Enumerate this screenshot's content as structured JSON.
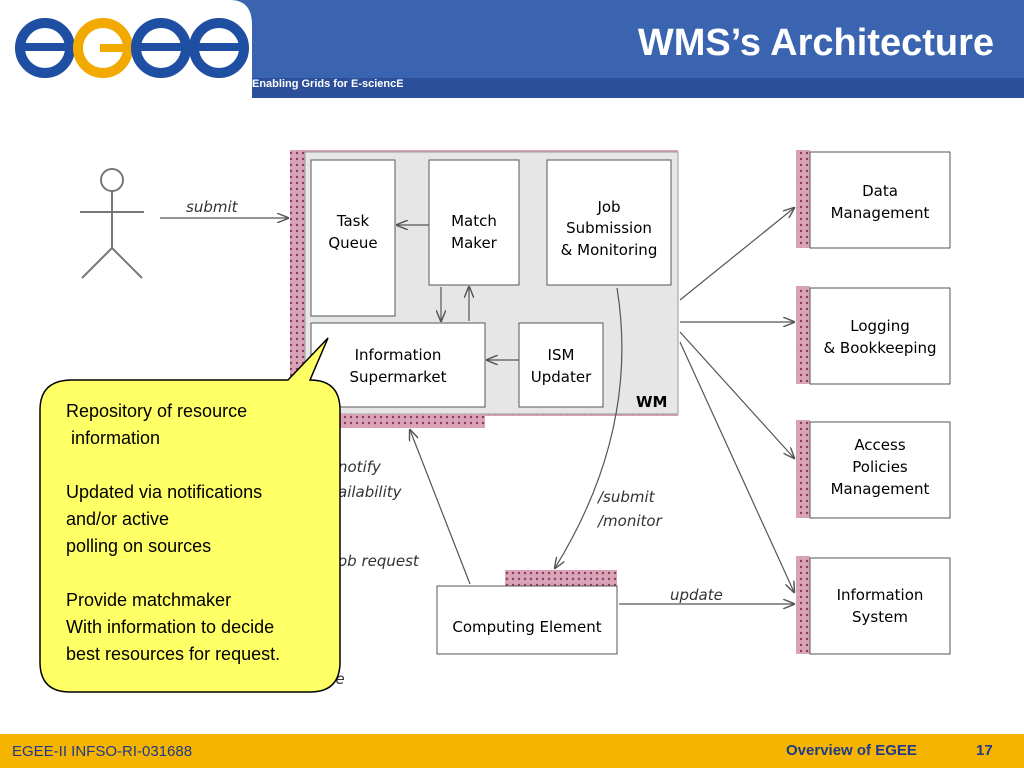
{
  "header": {
    "logo": "egee",
    "tagline": "Enabling Grids for E-sciencE",
    "title": "WMS’s Architecture",
    "brand_color": "#3a63b0"
  },
  "diagram": {
    "user_icon": "stick-figure-icon",
    "submit_label": "submit",
    "wm_label": "WM",
    "task_queue": [
      "Task",
      "Queue"
    ],
    "match_maker": [
      "Match",
      "Maker"
    ],
    "job_submission": [
      "Job",
      "Submission",
      "& Monitoring"
    ],
    "info_supermarket": [
      "Information",
      "Supermarket"
    ],
    "ism_updater": [
      "ISM",
      "Updater"
    ],
    "data_management": [
      "Data",
      "Management"
    ],
    "logging": [
      "Logging",
      "& Bookkeeping"
    ],
    "access_policies": [
      "Access",
      "Policies",
      "Management"
    ],
    "information_system": [
      "Information",
      "System"
    ],
    "computing_element": "Computing Element",
    "notify_label": "notify",
    "availability_label": "ailability",
    "job_request_label": "ob request",
    "ace_label": "ace",
    "submit_monitor": [
      "/submit",
      "/monitor"
    ],
    "update_label": "update"
  },
  "callout": {
    "lines": [
      "Repository of resource",
      " information",
      "",
      "Updated via notifications",
      "and/or active",
      "polling on sources",
      "",
      "Provide matchmaker",
      "With information to decide",
      "best resources for request."
    ],
    "color": "#ffff66"
  },
  "footer": {
    "left": "EGEE-II INFSO-RI-031688",
    "right": "Overview of EGEE",
    "page": "17",
    "color": "#f4b400"
  }
}
